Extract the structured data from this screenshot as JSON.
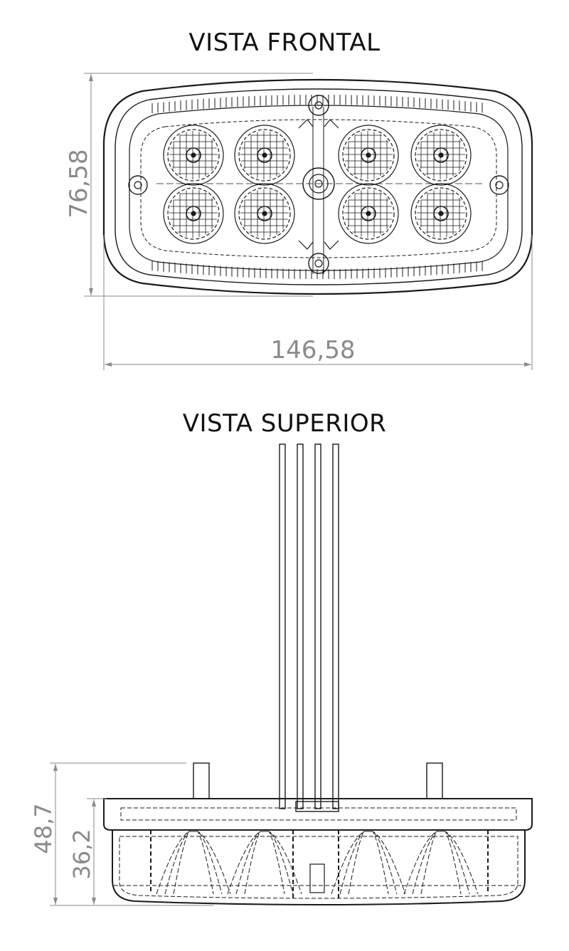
{
  "views": {
    "front_title": "VISTA FRONTAL",
    "top_title": "VISTA SUPERIOR"
  },
  "dimensions": {
    "front_height": "76,58",
    "front_width": "146,58",
    "top_total_height": "48,7",
    "top_body_height": "36,2"
  },
  "colors": {
    "line": "#1a1a1a",
    "dimension": "#8a8a8a"
  }
}
